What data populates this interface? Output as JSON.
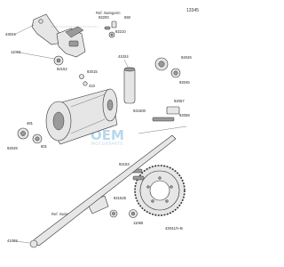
{
  "figure_id": "13345",
  "refs": {
    "top": "Ref. Swingarm",
    "bottom": "Ref. Swingarm"
  },
  "watermark": {
    "brand": "OEM",
    "tagline": "MOTORPARTS"
  },
  "parts": {
    "p43044": "43044",
    "p92200": "92200",
    "p550": "550",
    "p92210": "92210",
    "p11065a": "11065",
    "p92152": "92152",
    "p92015": "92015",
    "p410": "410",
    "p41024": "41024",
    "p92049a": "92049",
    "p92045": "92045",
    "p921500": "921500",
    "p92057": "92057",
    "p92058": "92058",
    "p481": "481",
    "p601": "601",
    "p92049b": "92049",
    "p92153": "92153",
    "p92152b": "921526",
    "p11065b": "11065",
    "p42041": "42041/A-B",
    "p41068": "41068"
  }
}
